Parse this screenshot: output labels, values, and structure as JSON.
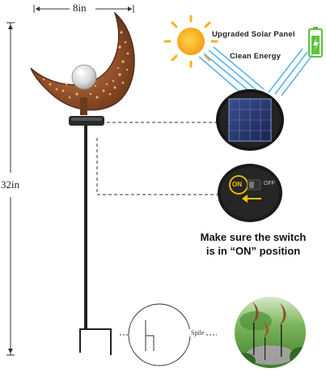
{
  "dimensions": {
    "width_label": "8in",
    "height_label": "32in"
  },
  "solar": {
    "title": "Upgraded Solar Panel",
    "subtitle": "Clean Energy"
  },
  "switch": {
    "on_label": "ON",
    "off_label": "OFF",
    "caption_line1": "Make sure the switch",
    "caption_line2": "is in “ON” position"
  },
  "spile": {
    "label": "Spile"
  },
  "icons": [
    "sun-icon",
    "battery-icon",
    "solar-panel-icon",
    "switch-icon",
    "arrow-left-icon"
  ],
  "colors": {
    "sun": "#f7b21a",
    "battery": "#5cc23a",
    "switch_on": "#f5c400",
    "rays": "#5ab4e8",
    "moon": "#8a4a26"
  }
}
